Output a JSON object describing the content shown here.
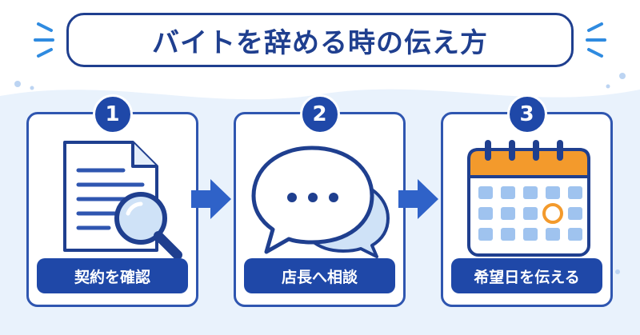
{
  "title": "バイトを辞める時の伝え方",
  "colors": {
    "primary": "#1f48a8",
    "title_border": "#1f3f8f",
    "card_border": "#2f56b0",
    "light_blue": "#cfe2f7",
    "accent_orange": "#f39a2c"
  },
  "steps": [
    {
      "number": "1",
      "label": "契約を確認",
      "icon": "document-magnifier-icon"
    },
    {
      "number": "2",
      "label": "店長へ相談",
      "icon": "speech-bubbles-icon"
    },
    {
      "number": "3",
      "label": "希望日を伝える",
      "icon": "calendar-icon"
    }
  ]
}
